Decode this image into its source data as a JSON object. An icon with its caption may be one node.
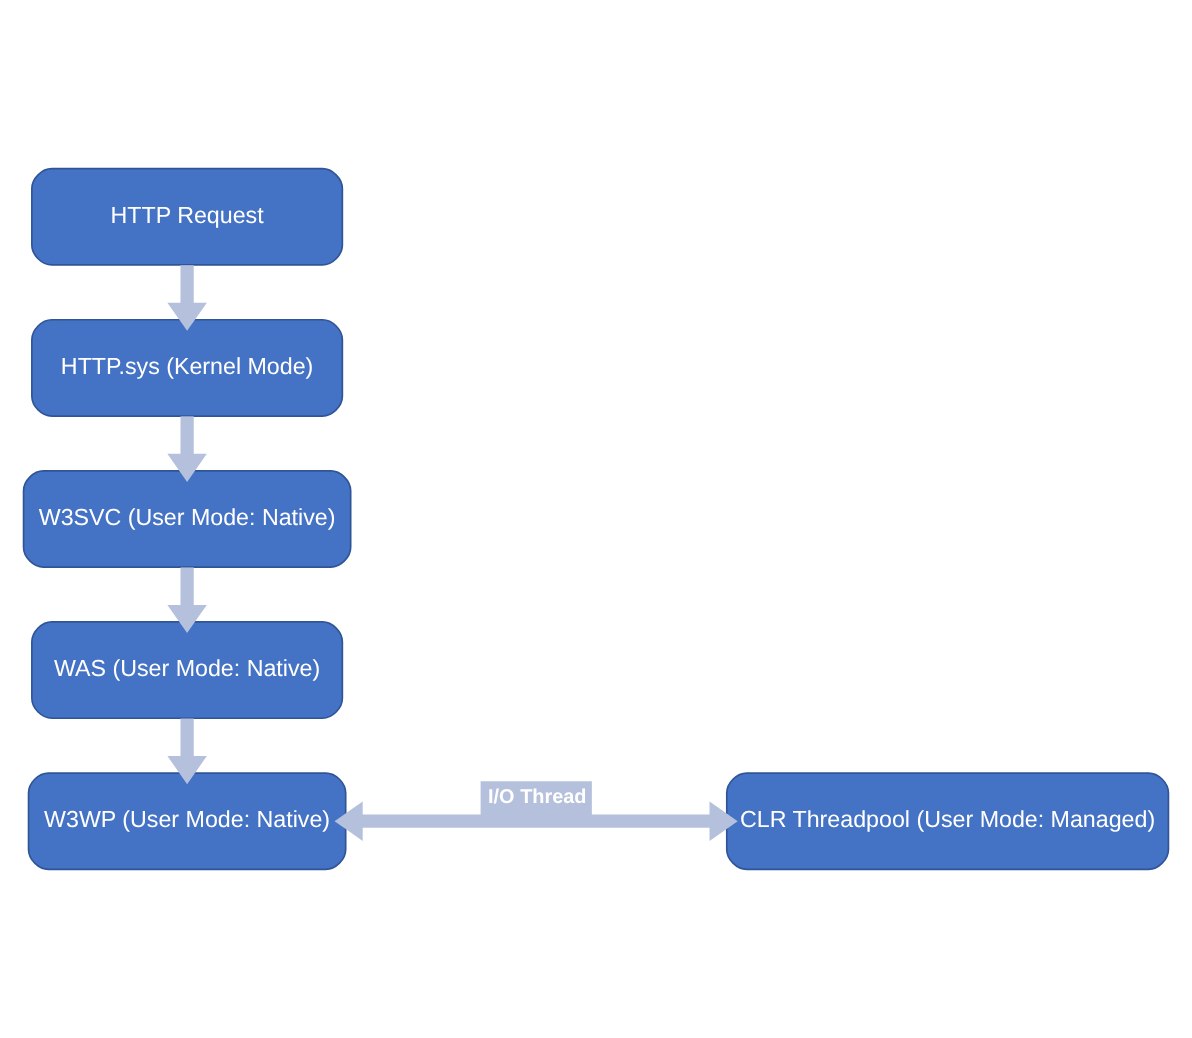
{
  "diagram": {
    "nodes": [
      {
        "text": [
          "HTTP Request"
        ]
      },
      {
        "text": [
          "HTTP.sys (Kernel Mode)"
        ]
      },
      {
        "text": [
          "W3SVC (User Mode: Native)"
        ]
      },
      {
        "text": [
          "WAS (User Mode: Native)"
        ]
      },
      {
        "text": [
          "W3WP (User Mode: Native)"
        ]
      },
      {
        "text": [
          "CLR Threadpool (User Mode: Managed)"
        ]
      }
    ],
    "edges": [
      {
        "from": 0,
        "to": 1,
        "arrow": "to"
      },
      {
        "from": 1,
        "to": 2,
        "arrow": "to"
      },
      {
        "from": 2,
        "to": 3,
        "arrow": "to"
      },
      {
        "from": 3,
        "to": 4,
        "arrow": "to"
      },
      {
        "from": 4,
        "to": 5,
        "arrow": "both",
        "label": "I/O Thread"
      }
    ]
  }
}
